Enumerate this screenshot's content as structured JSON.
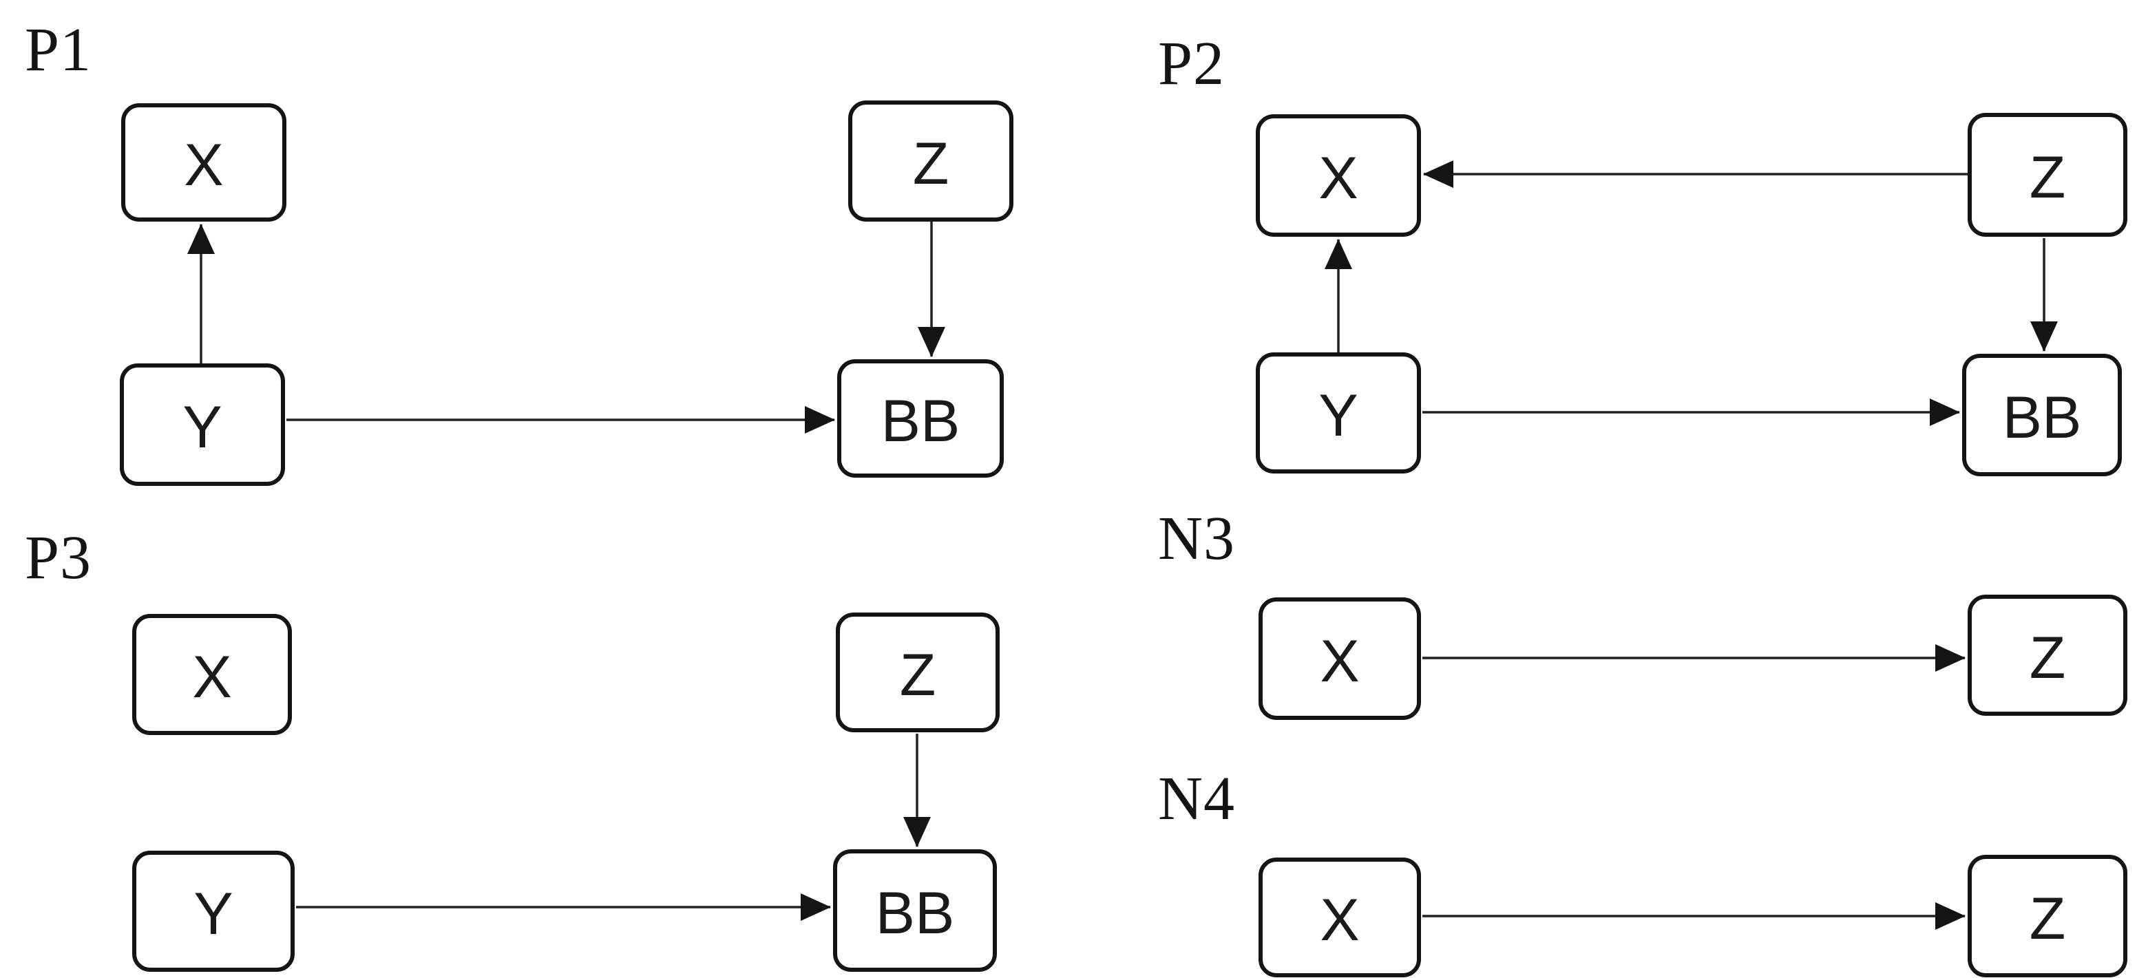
{
  "figure": {
    "type": "causal-graph-panels",
    "ink_color": "#141414",
    "background_color": "#ffffff"
  },
  "panels": [
    {
      "label": "P1",
      "nodes": [
        {
          "label": "X"
        },
        {
          "label": "Z"
        },
        {
          "label": "Y"
        },
        {
          "label": "BB"
        }
      ],
      "edges": [
        {
          "from": "Y",
          "to": "X"
        },
        {
          "from": "Z",
          "to": "BB"
        },
        {
          "from": "Y",
          "to": "BB"
        }
      ]
    },
    {
      "label": "P2",
      "nodes": [
        {
          "label": "X"
        },
        {
          "label": "Z"
        },
        {
          "label": "Y"
        },
        {
          "label": "BB"
        }
      ],
      "edges": [
        {
          "from": "Z",
          "to": "X"
        },
        {
          "from": "Y",
          "to": "X"
        },
        {
          "from": "Z",
          "to": "BB"
        },
        {
          "from": "Y",
          "to": "BB"
        }
      ]
    },
    {
      "label": "P3",
      "nodes": [
        {
          "label": "X"
        },
        {
          "label": "Z"
        },
        {
          "label": "Y"
        },
        {
          "label": "BB"
        }
      ],
      "edges": [
        {
          "from": "Z",
          "to": "BB"
        },
        {
          "from": "Y",
          "to": "BB"
        }
      ]
    },
    {
      "label": "N3",
      "nodes": [
        {
          "label": "X"
        },
        {
          "label": "Z"
        }
      ],
      "edges": [
        {
          "from": "X",
          "to": "Z"
        }
      ]
    },
    {
      "label": "N4",
      "nodes": [
        {
          "label": "X"
        },
        {
          "label": "Z"
        }
      ],
      "edges": [
        {
          "from": "X",
          "to": "Z"
        }
      ]
    }
  ]
}
